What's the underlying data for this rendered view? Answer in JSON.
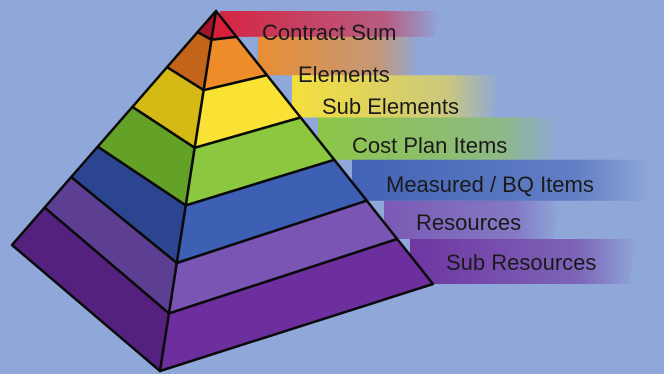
{
  "diagram": {
    "type": "pyramid-hierarchy",
    "background": "#8FA7D9",
    "outline_color": "#0a0a0a",
    "text_color": "#1a1a1a",
    "levels": [
      {
        "label": "Contract Sum",
        "color": "#D81F3A",
        "color_shade": "#A3132A"
      },
      {
        "label": "Elements",
        "color": "#EE8C2A",
        "color_shade": "#C2641A"
      },
      {
        "label": "Sub Elements",
        "color": "#FAE234",
        "color_shade": "#D5BA16"
      },
      {
        "label": "Cost Plan Items",
        "color": "#8CC83F",
        "color_shade": "#64A127"
      },
      {
        "label": "Measured / BQ Items",
        "color": "#3D5FB4",
        "color_shade": "#2B4590"
      },
      {
        "label": "Resources",
        "color": "#7A55B3",
        "color_shade": "#5C3E93"
      },
      {
        "label": "Sub Resources",
        "color": "#6E2F9E",
        "color_shade": "#55217E"
      }
    ]
  }
}
